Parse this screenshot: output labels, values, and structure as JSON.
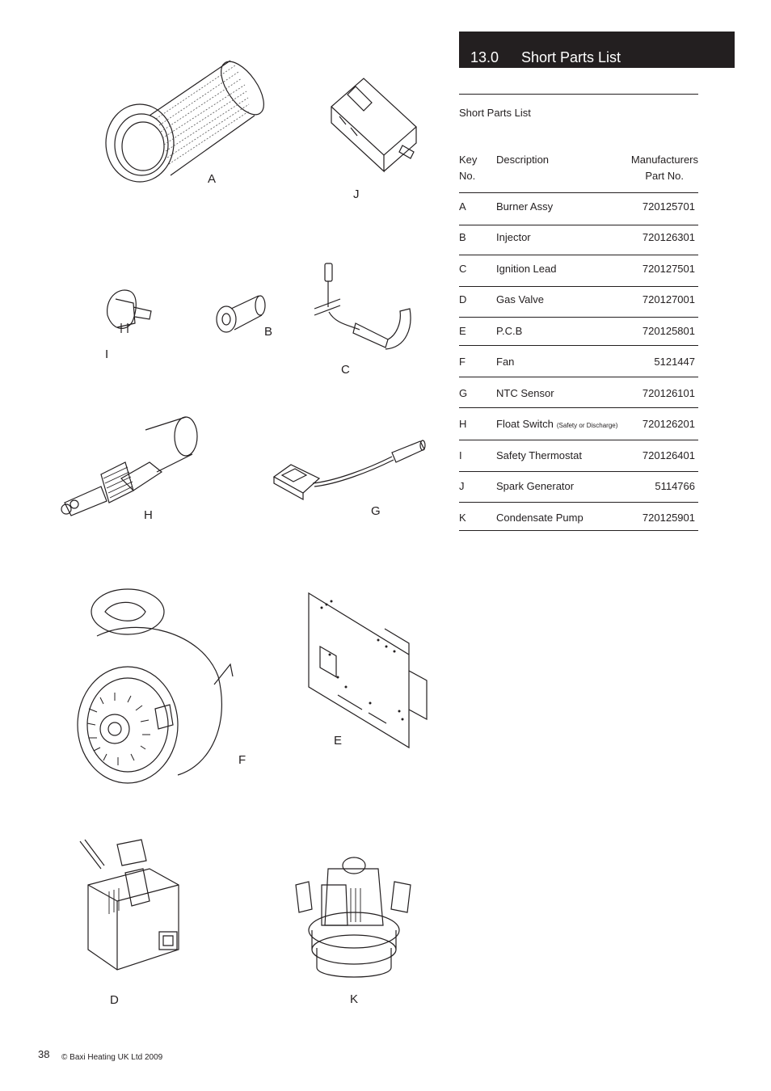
{
  "section": {
    "number": "13.0",
    "title": "Short Parts List"
  },
  "subtitle": "Short Parts List",
  "table": {
    "headers": {
      "key_line1": "Key",
      "key_line2": "No.",
      "description": "Description",
      "part_line1": "Manufacturers",
      "part_line2": "Part No."
    },
    "rows": [
      {
        "key": "A",
        "description": "Burner Assy",
        "note": "",
        "part": "720125701"
      },
      {
        "key": "B",
        "description": "Injector",
        "note": "",
        "part": "720126301"
      },
      {
        "key": "C",
        "description": "Ignition Lead",
        "note": "",
        "part": "720127501"
      },
      {
        "key": "D",
        "description": "Gas Valve",
        "note": "",
        "part": "720127001"
      },
      {
        "key": "E",
        "description": "P.C.B",
        "note": "",
        "part": "720125801"
      },
      {
        "key": "F",
        "description": "Fan",
        "note": "",
        "part": "5121447"
      },
      {
        "key": "G",
        "description": "NTC Sensor",
        "note": "",
        "part": "720126101"
      },
      {
        "key": "H",
        "description": "Float Switch",
        "note": "(Safety or Discharge)",
        "part": "720126201"
      },
      {
        "key": "I",
        "description": "Safety Thermostat",
        "note": "",
        "part": "720126401"
      },
      {
        "key": "J",
        "description": "Spark Generator",
        "note": "",
        "part": "5114766"
      },
      {
        "key": "K",
        "description": "Condensate Pump",
        "note": "",
        "part": "720125901"
      }
    ]
  },
  "figure_labels": {
    "A": "A",
    "B": "B",
    "C": "C",
    "D": "D",
    "E": "E",
    "F": "F",
    "G": "G",
    "H": "H",
    "I": "I",
    "J": "J",
    "K": "K"
  },
  "footer": {
    "page_number": "38",
    "copyright": "© Baxi Heating UK Ltd 2009"
  }
}
